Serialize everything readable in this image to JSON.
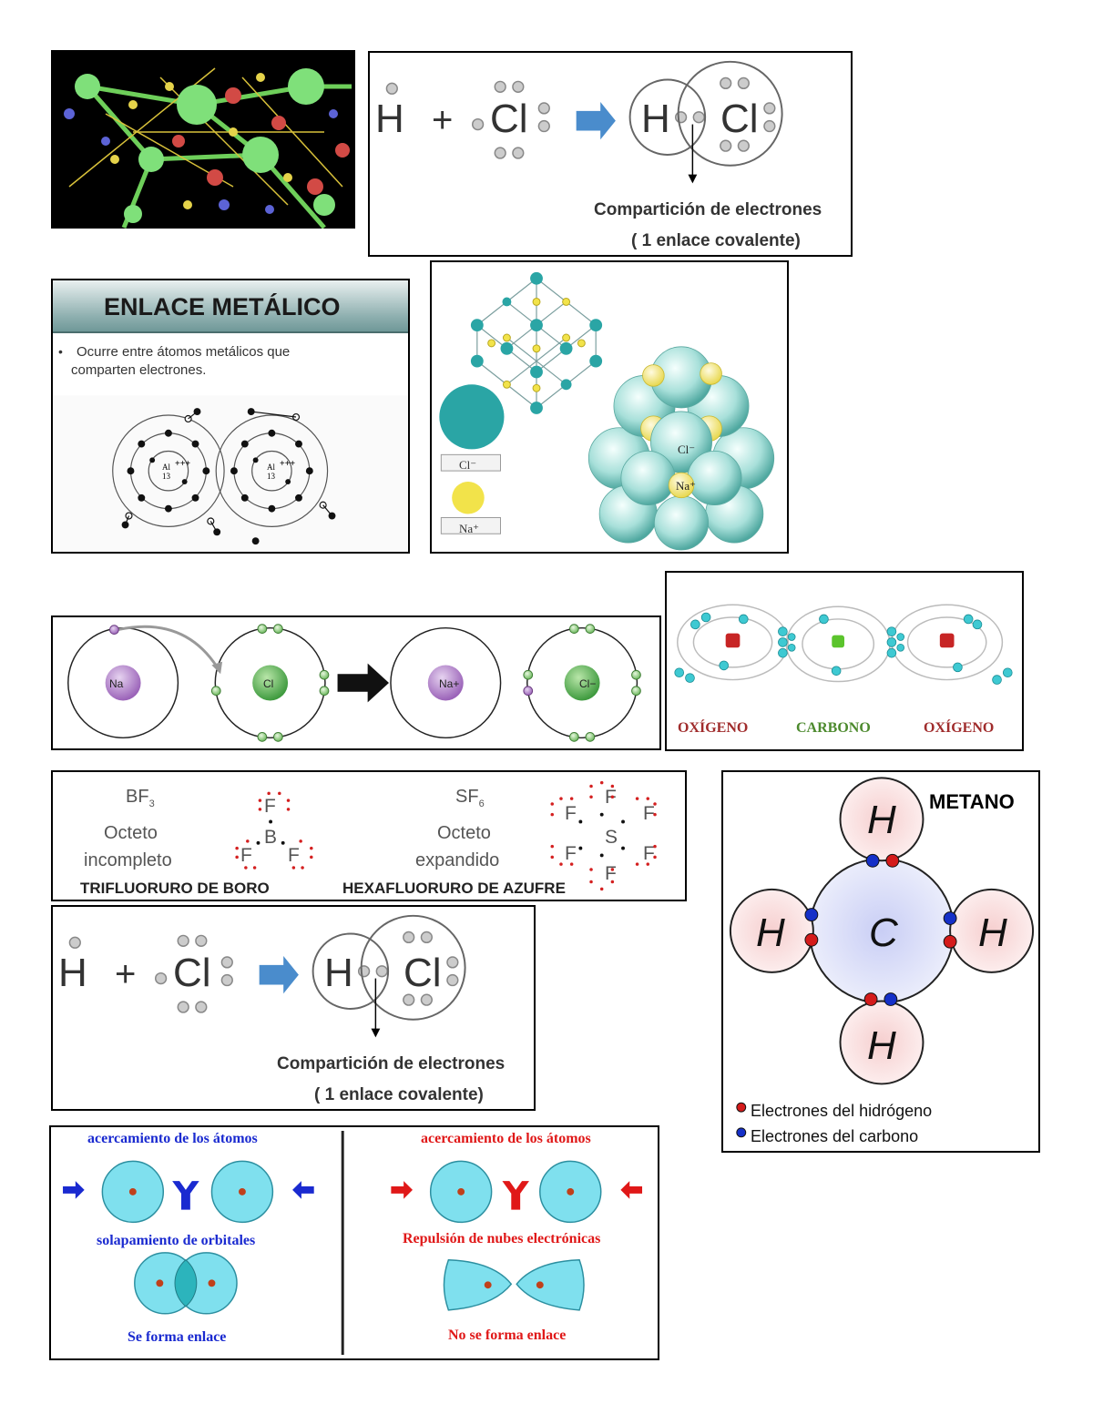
{
  "hcl": {
    "h": "H",
    "plus": "+",
    "cl": "Cl",
    "caption1": "Compartición de electrones",
    "caption2": "( 1 enlace covalente)"
  },
  "metallic": {
    "title": "ENLACE METÁLICO",
    "bullet": "•",
    "text1": "Ocurre entre átomos metálicos que",
    "text2": "comparten electrones.",
    "atom_label": "Al",
    "atom_number": "13",
    "charge": "+++"
  },
  "nacl": {
    "cl_label": "Cl⁻",
    "na_label": "Na⁺",
    "cl_key": "Cl⁻",
    "na_key": "Na⁺"
  },
  "ionic": {
    "na": "Na",
    "cl": "Cl",
    "na_ion": "Na+",
    "cl_ion": "Cl−"
  },
  "co2": {
    "o1": "OXÍGENO",
    "c": "CARBONO",
    "o2": "OXÍGENO"
  },
  "octet": {
    "bf3": "BF",
    "bf3_sub": "3",
    "bf3_l1": "Octeto",
    "bf3_l2": "incompleto",
    "bf3_name": "TRIFLUORURO DE BORO",
    "sf6": "SF",
    "sf6_sub": "6",
    "sf6_l1": "Octeto",
    "sf6_l2": "expandido",
    "sf6_name": "HEXAFLUORURO DE AZUFRE",
    "b": "B",
    "s": "S",
    "f": "F"
  },
  "methane": {
    "title": "METANO",
    "h": "H",
    "c": "C",
    "legend_red": "Electrones del hidrógeno",
    "legend_blue": "Electrones del carbono"
  },
  "overlap": {
    "left_top": "acercamiento de los átomos",
    "left_mid": "solapamiento de orbitales",
    "left_bottom": "Se forma enlace",
    "right_top": "acercamiento de los átomos",
    "right_mid": "Repulsión de nubes electrónicas",
    "right_bottom": "No se forma enlace"
  },
  "colors": {
    "teal": "#2aa5a5",
    "na_yellow": "#f2e34a",
    "cl_green": "#3e9a3e",
    "na_purple": "#9a62b8",
    "arrow_blue": "#4a8ccc",
    "electron_red": "#d41b1b",
    "electron_blue": "#1530c8",
    "cyan_orbital": "#7fe0ee"
  }
}
